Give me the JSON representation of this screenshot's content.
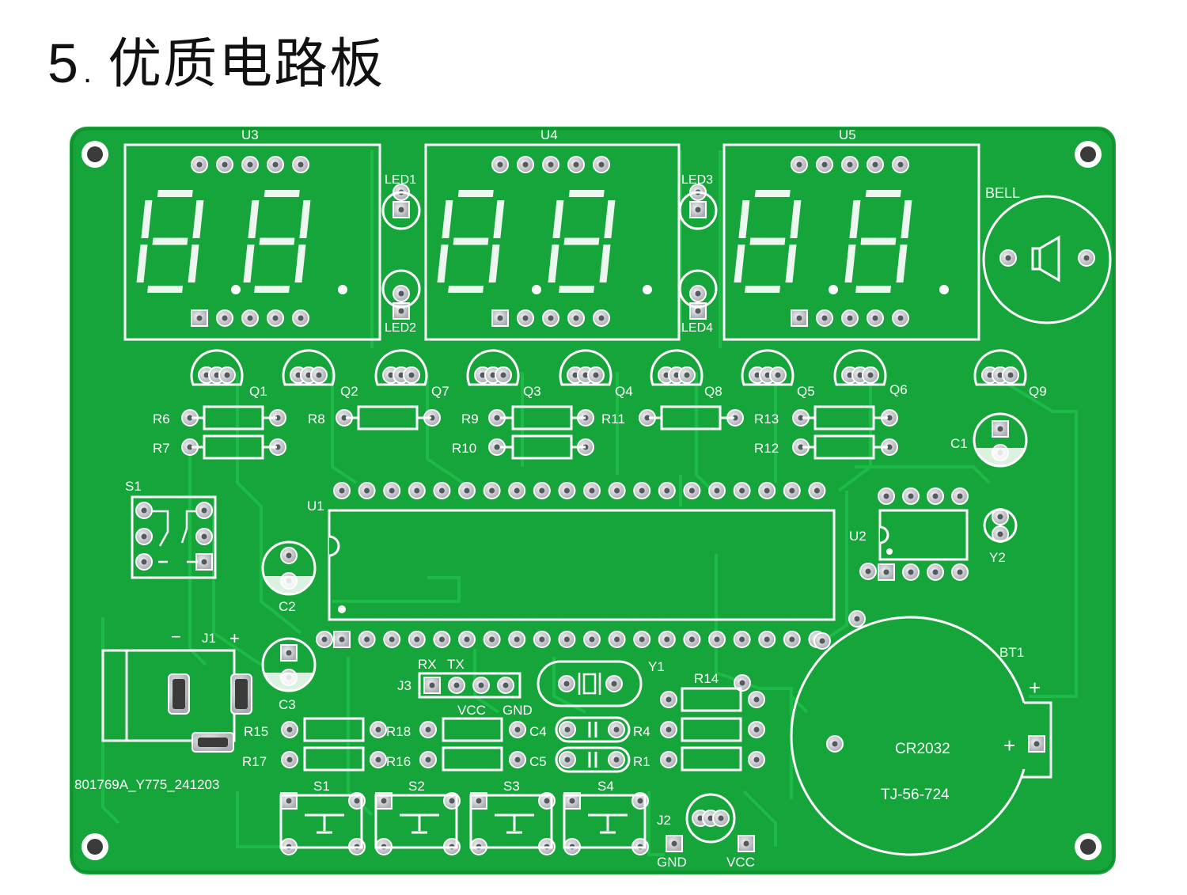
{
  "heading": {
    "number": "5",
    "separator": ".",
    "title": "优质电路板"
  },
  "colors": {
    "board": "#16a53a",
    "trace": "#1cb846",
    "silk": "#ffffff",
    "pad": "#cfd2d4"
  },
  "board": {
    "displays": [
      "U3",
      "U4",
      "U5"
    ],
    "leds": [
      "LED1",
      "LED2",
      "LED3",
      "LED4"
    ],
    "buzzer": "BELL",
    "transistors": [
      "Q1",
      "Q2",
      "Q7",
      "Q3",
      "Q4",
      "Q8",
      "Q5",
      "Q6",
      "Q9"
    ],
    "resistors_top": [
      "R6",
      "R7",
      "R8",
      "R9",
      "R10",
      "R11",
      "R13",
      "R12"
    ],
    "capacitors": [
      "C1",
      "C2",
      "C3",
      "C4",
      "C5"
    ],
    "switch_main": "S1",
    "mcu": "U1",
    "eeprom": "U2",
    "crystals": [
      "Y1",
      "Y2"
    ],
    "power_jack": {
      "name": "J1",
      "minus": "−",
      "plus": "+"
    },
    "header": {
      "name": "J3",
      "rx": "RX",
      "tx": "TX",
      "vcc": "VCC",
      "gnd": "GND"
    },
    "resistors_bottom": [
      "R15",
      "R17",
      "R18",
      "R16",
      "R14",
      "R4",
      "R1"
    ],
    "battery": {
      "name": "BT1",
      "type": "CR2032",
      "code": "TJ-56-724",
      "plus": "+"
    },
    "buttons": [
      "S1",
      "S2",
      "S3",
      "S4"
    ],
    "j2": {
      "name": "J2",
      "gnd": "GND",
      "vcc": "VCC"
    },
    "board_id": "801769A_Y775_241203"
  }
}
